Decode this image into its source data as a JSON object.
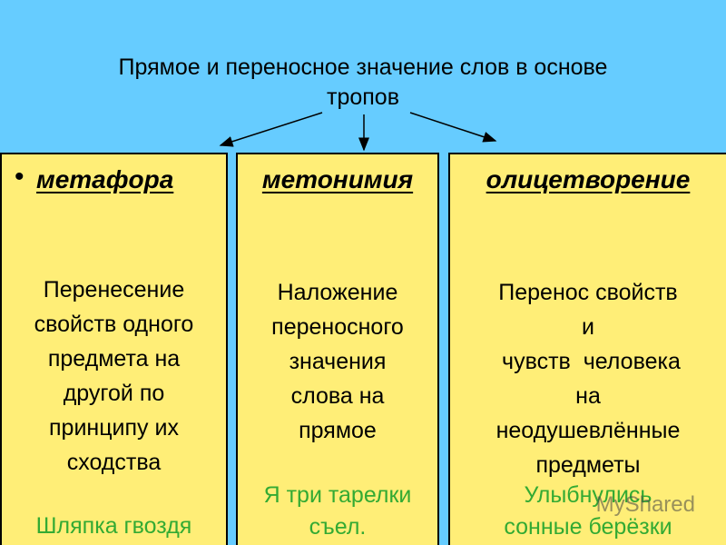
{
  "slide_title_lines": [
    "Прямое и переносное значение слов в основе",
    "тропов"
  ],
  "columns": [
    {
      "heading": "метафора",
      "bullet": "•",
      "definition_lines": [
        "Перенесение",
        "свойств одного",
        "предмета на",
        "другой по",
        "принципу их",
        "сходства"
      ],
      "example_lines": [
        "Шляпка гвоздя"
      ]
    },
    {
      "heading": "метонимия",
      "definition_lines": [
        "Наложение",
        "переносного",
        "значения",
        "слова на",
        "прямое"
      ],
      "example_lines": [
        "Я три тарелки",
        "съел."
      ]
    },
    {
      "heading": "олицетворение",
      "definition_lines": [
        "Перенос свойств",
        "и",
        " чувств  человека",
        "на",
        "неодушевлённые",
        "предметы"
      ],
      "example_lines": [
        "Улыбнулись",
        "сонные берёзки"
      ]
    }
  ],
  "watermark": "MyShared",
  "colors": {
    "background": "#66ccff",
    "box_fill": "#ffee77",
    "example_text": "#33aa33"
  }
}
